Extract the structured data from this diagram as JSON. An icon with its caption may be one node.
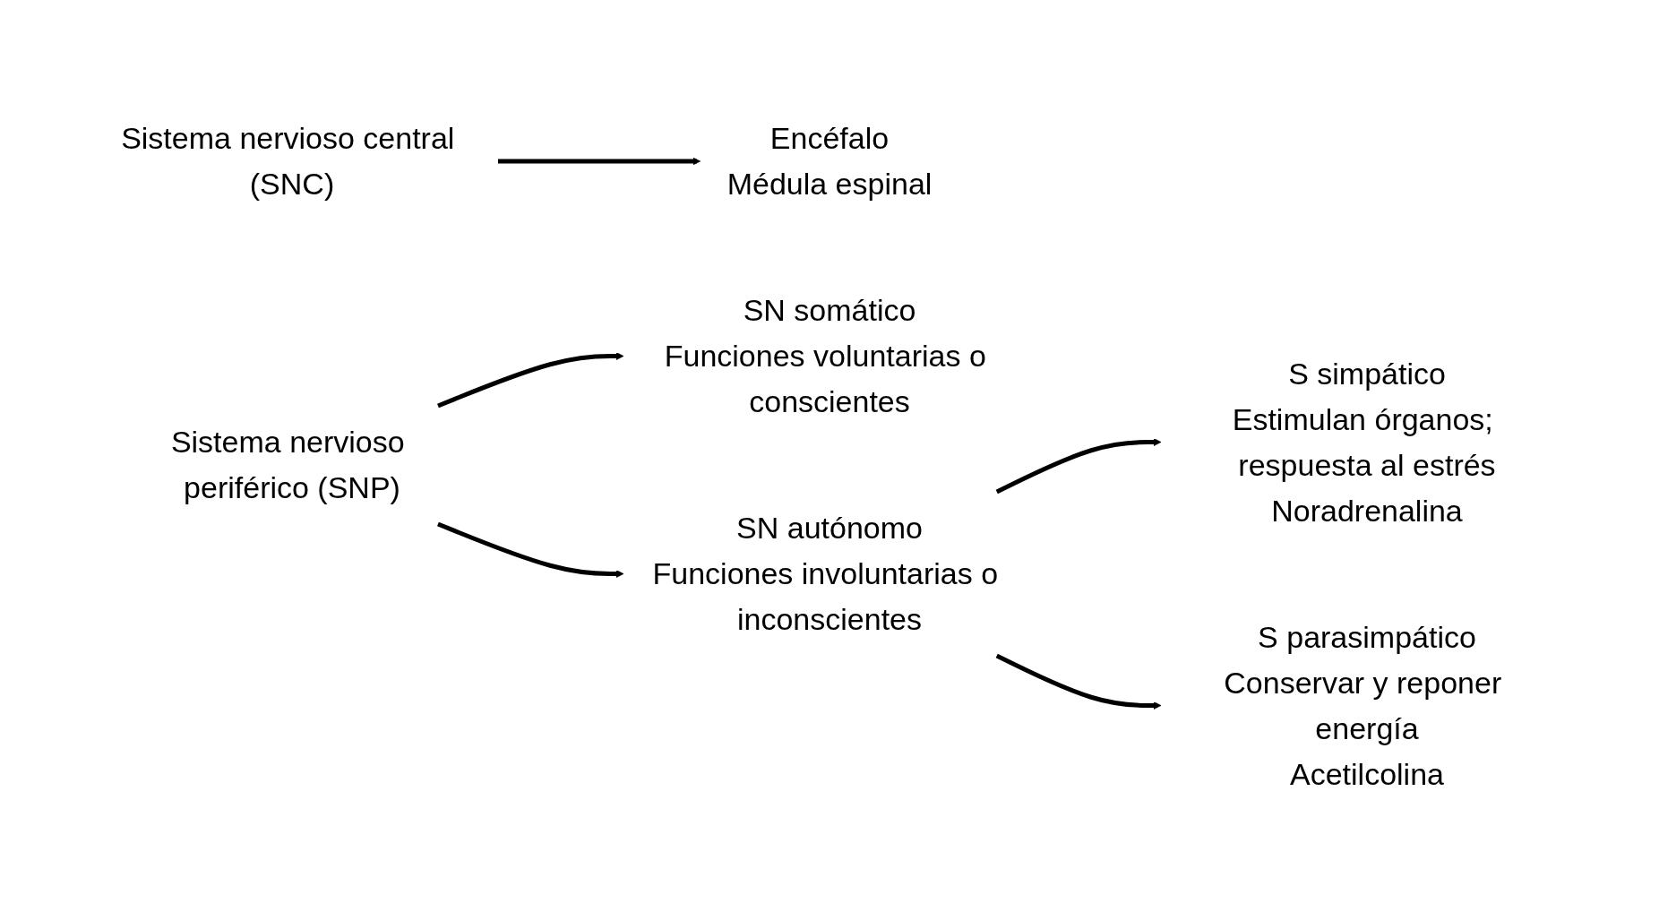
{
  "diagram": {
    "nodes": [
      {
        "text": [
          "Sistema nervioso central (SNC)"
        ]
      },
      {
        "text": [
          "Encéfalo",
          "Médula espinal"
        ]
      },
      {
        "text": [
          "Sistema nervioso periférico (SNP)"
        ]
      },
      {
        "text": [
          "SN somático",
          "Funciones voluntarias o conscientes"
        ]
      },
      {
        "text": [
          "SN autónomo",
          "Funciones involuntarias o inconscientes"
        ]
      },
      {
        "text": [
          "S simpático",
          "Estimulan órganos; respuesta al estrés",
          "Noradrenalina"
        ]
      },
      {
        "text": [
          "S parasimpático",
          "Conservar y reponer energía",
          "Acetilcolina"
        ]
      }
    ],
    "edges": [
      {
        "from": 0,
        "to": 1,
        "arrow": "to"
      },
      {
        "from": 2,
        "to": 3,
        "arrow": "to"
      },
      {
        "from": 2,
        "to": 4,
        "arrow": "to"
      },
      {
        "from": 4,
        "to": 5,
        "arrow": "to"
      },
      {
        "from": 4,
        "to": 6,
        "arrow": "to"
      }
    ]
  }
}
